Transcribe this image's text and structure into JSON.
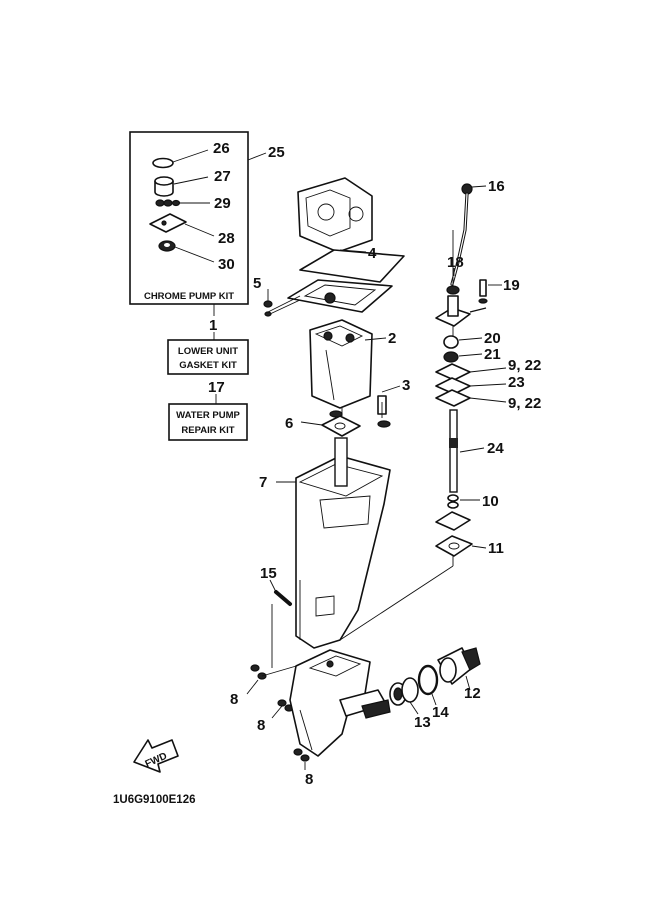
{
  "callouts": {
    "n2": "2",
    "n3": "3",
    "n4": "4",
    "n5": "5",
    "n6": "6",
    "n7": "7",
    "n8a": "8",
    "n8b": "8",
    "n8c": "8",
    "n9_22a": "9, 22",
    "n9_22b": "9, 22",
    "n10": "10",
    "n11": "11",
    "n12": "12",
    "n13": "13",
    "n14": "14",
    "n15": "15",
    "n16": "16",
    "n17": "17",
    "n18": "18",
    "n19": "19",
    "n20": "20",
    "n21": "21",
    "n23": "23",
    "n24": "24",
    "n25": "25",
    "n26": "26",
    "n27": "27",
    "n28": "28",
    "n29": "29",
    "n30": "30",
    "n1": "1"
  },
  "kits": {
    "chrome_pump": "CHROME PUMP KIT",
    "lower_unit_line1": "LOWER UNIT",
    "lower_unit_line2": "GASKET KIT",
    "water_pump_line1": "WATER PUMP",
    "water_pump_line2": "REPAIR KIT"
  },
  "fwd_label": "FWD",
  "diagram_code": "1U6G9100E126",
  "colors": {
    "ink": "#111111",
    "paper": "#ffffff"
  }
}
